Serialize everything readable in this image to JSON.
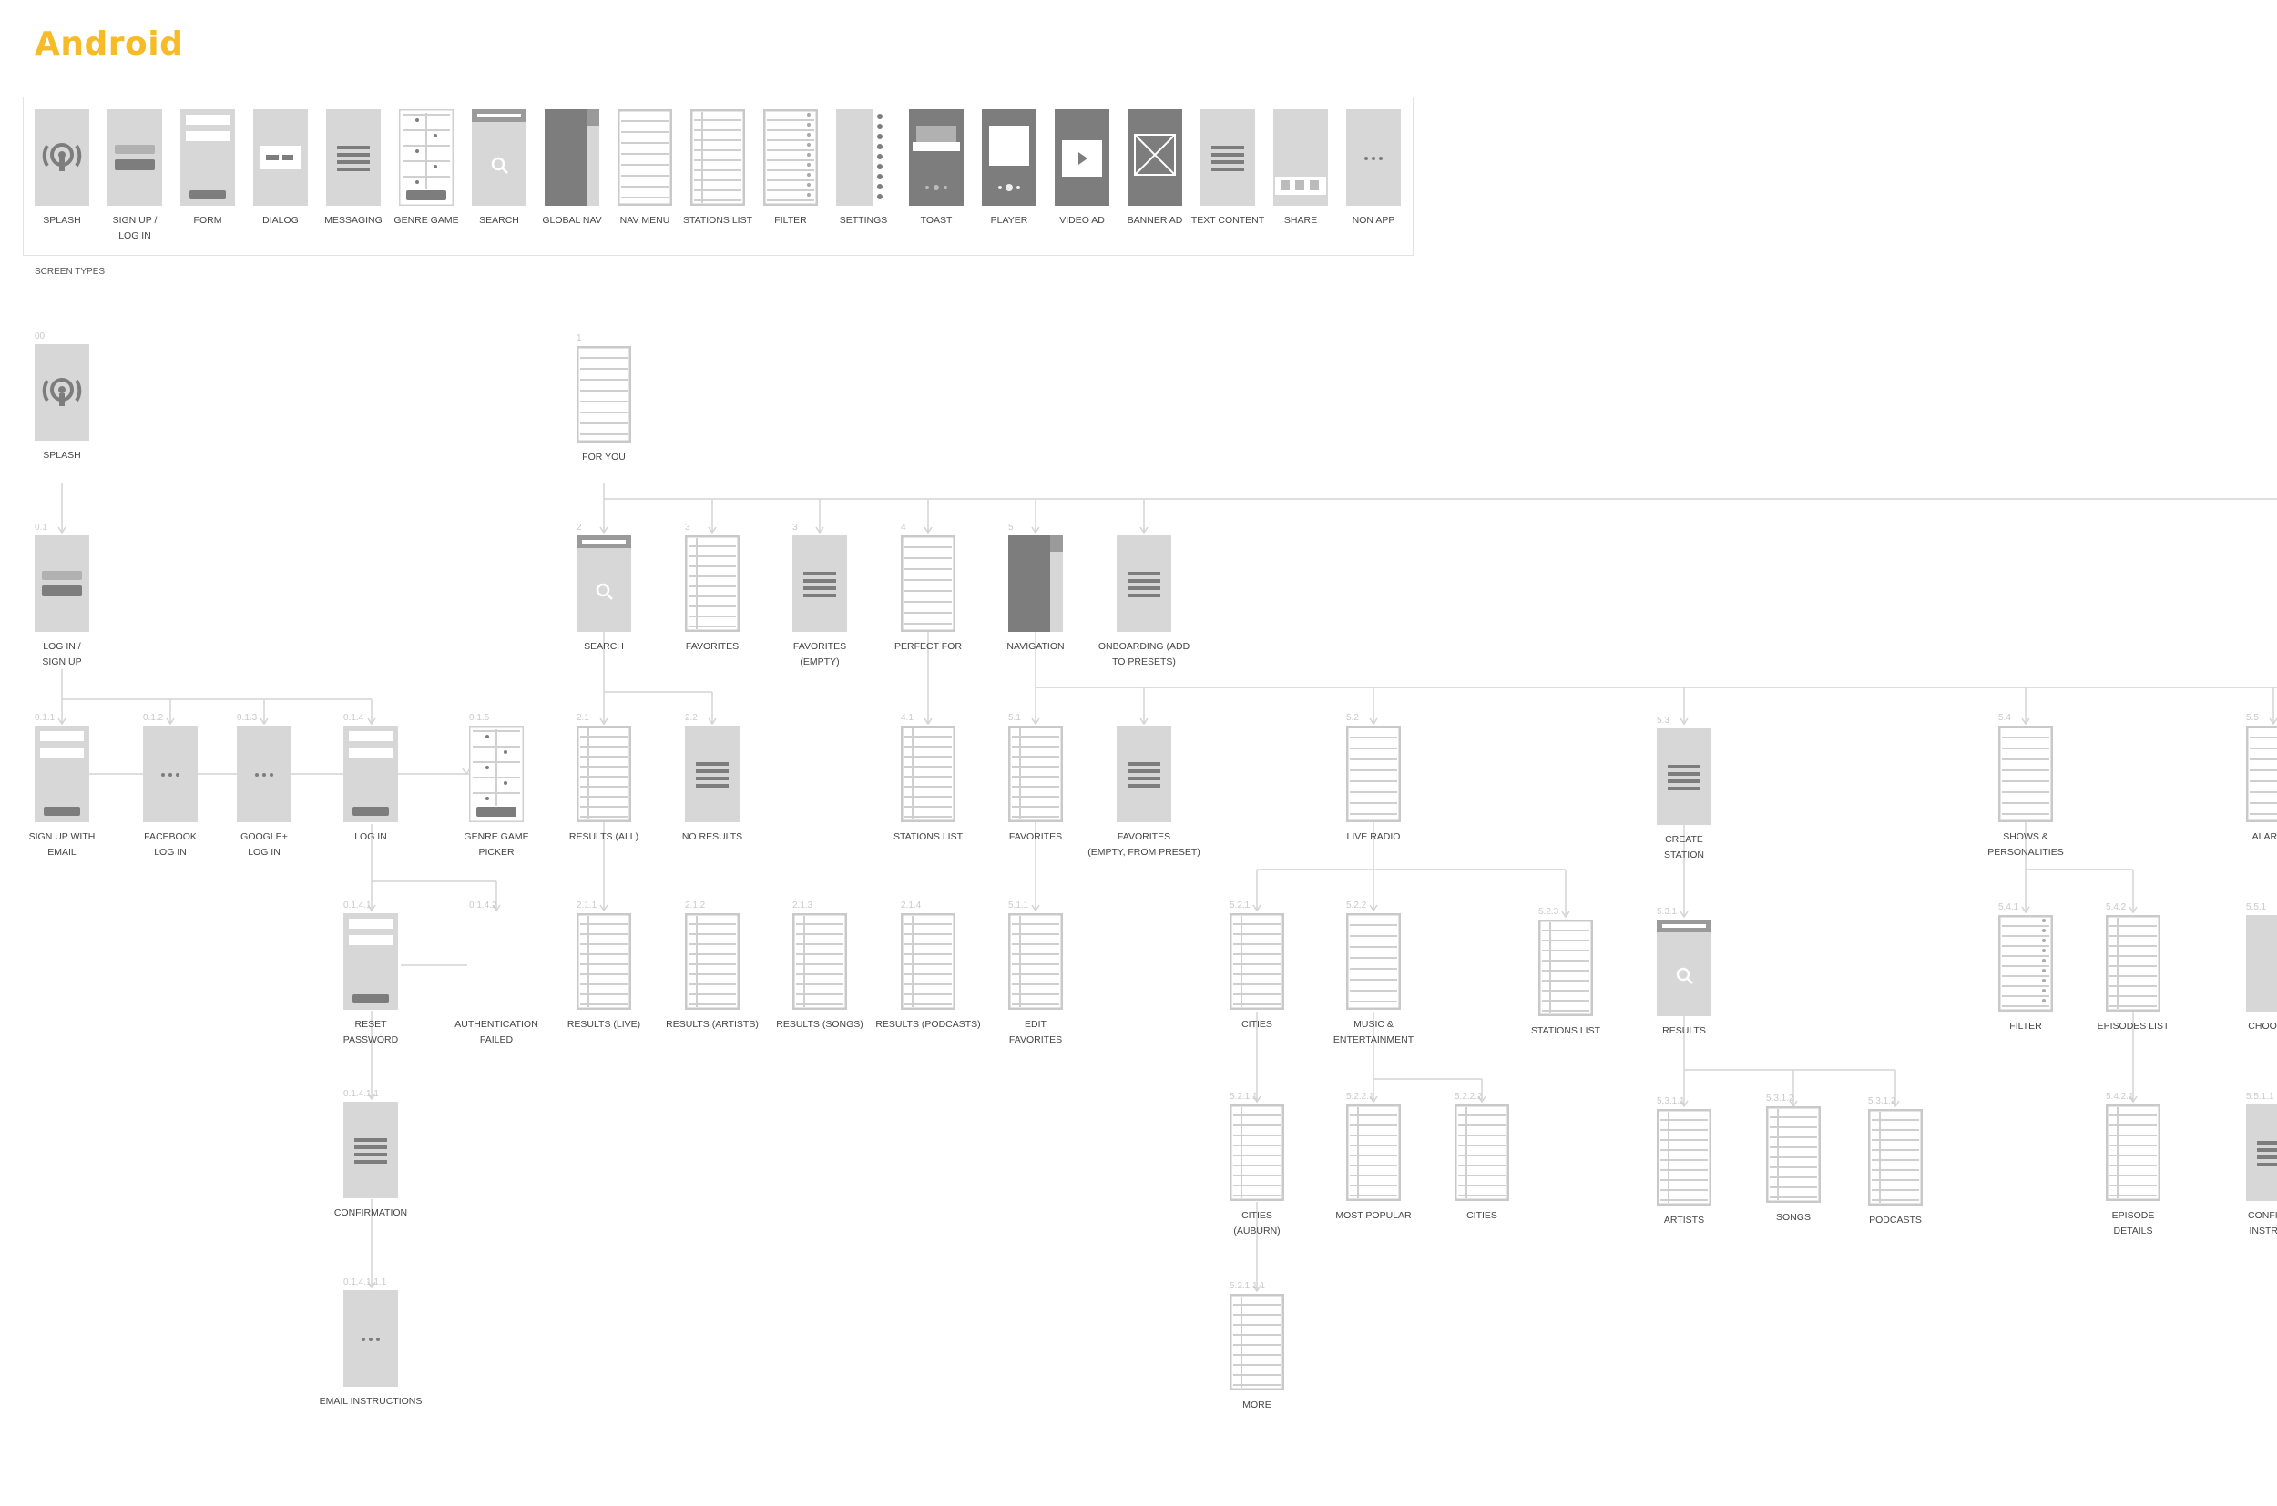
{
  "title": "Android",
  "legend_caption": "SCREEN TYPES",
  "screen_types": [
    {
      "icon": "splash",
      "label": "SPLASH"
    },
    {
      "icon": "signup",
      "label": "SIGN UP /\nLOG IN"
    },
    {
      "icon": "form",
      "label": "FORM"
    },
    {
      "icon": "dialog",
      "label": "DIALOG"
    },
    {
      "icon": "messaging",
      "label": "MESSAGING"
    },
    {
      "icon": "genre",
      "label": "GENRE GAME"
    },
    {
      "icon": "search",
      "label": "SEARCH"
    },
    {
      "icon": "globalnav",
      "label": "GLOBAL NAV"
    },
    {
      "icon": "list",
      "label": "NAV MENU"
    },
    {
      "icon": "stations",
      "label": "STATIONS LIST"
    },
    {
      "icon": "filter",
      "label": "FILTER"
    },
    {
      "icon": "settings",
      "label": "SETTINGS"
    },
    {
      "icon": "toast",
      "label": "TOAST"
    },
    {
      "icon": "player",
      "label": "PLAYER"
    },
    {
      "icon": "video",
      "label": "VIDEO AD"
    },
    {
      "icon": "banner",
      "label": "BANNER AD"
    },
    {
      "icon": "text",
      "label": "TEXT CONTENT"
    },
    {
      "icon": "share",
      "label": "SHARE"
    },
    {
      "icon": "nonapp",
      "label": "NON APP"
    }
  ],
  "nodes": [
    {
      "id": "00",
      "icon": "splash",
      "label": "SPLASH"
    },
    {
      "id": "0.1",
      "icon": "signup",
      "label": "LOG IN /\nSIGN UP"
    },
    {
      "id": "0.1.1",
      "icon": "form",
      "label": "SIGN UP WITH\nEMAIL"
    },
    {
      "id": "0.1.2",
      "icon": "nonapp",
      "label": "FACEBOOK\nLOG IN"
    },
    {
      "id": "0.1.3",
      "icon": "nonapp",
      "label": "GOOGLE+\nLOG IN"
    },
    {
      "id": "0.1.4",
      "icon": "form",
      "label": "LOG IN"
    },
    {
      "id": "0.1.5",
      "icon": "genre",
      "label": "GENRE GAME\nPICKER"
    },
    {
      "id": "0.1.4.1",
      "icon": "form",
      "label": "RESET\nPASSWORD"
    },
    {
      "id": "0.1.4.2",
      "icon": "none",
      "label": "AUTHENTICATION\nFAILED"
    },
    {
      "id": "0.1.4.1.1",
      "icon": "text",
      "label": "CONFIRMATION"
    },
    {
      "id": "0.1.4.1.1.1",
      "icon": "nonapp",
      "label": "EMAIL INSTRUCTIONS"
    },
    {
      "id": "1",
      "icon": "list",
      "label": "FOR YOU"
    },
    {
      "id": "2",
      "icon": "search",
      "label": "SEARCH"
    },
    {
      "id": "3",
      "icon": "stations",
      "label": "FAVORITES"
    },
    {
      "id": "3",
      "icon": "text",
      "label": "FAVORITES\n(EMPTY)"
    },
    {
      "id": "4",
      "icon": "list",
      "label": "PERFECT FOR"
    },
    {
      "id": "5",
      "icon": "globalnav",
      "label": "NAVIGATION"
    },
    {
      "id": "",
      "icon": "text",
      "label": "ONBOARDING (ADD\nTO PRESETS)"
    },
    {
      "id": "2.1",
      "icon": "stations",
      "label": "RESULTS (ALL)"
    },
    {
      "id": "2.2",
      "icon": "text",
      "label": "NO RESULTS"
    },
    {
      "id": "4.1",
      "icon": "stations",
      "label": "STATIONS LIST"
    },
    {
      "id": "5.1",
      "icon": "stations",
      "label": "FAVORITES"
    },
    {
      "id": "",
      "icon": "text",
      "label": "FAVORITES\n(EMPTY, FROM PRESET)"
    },
    {
      "id": "5.2",
      "icon": "list",
      "label": "LIVE RADIO"
    },
    {
      "id": "5.3",
      "icon": "text",
      "label": "CREATE\nSTATION"
    },
    {
      "id": "5.4",
      "icon": "list",
      "label": "SHOWS &\nPERSONALITIES"
    },
    {
      "id": "5.5",
      "icon": "list",
      "label": "ALARM C"
    },
    {
      "id": "2.1.1",
      "icon": "stations",
      "label": "RESULTS (LIVE)"
    },
    {
      "id": "2.1.2",
      "icon": "stations",
      "label": "RESULTS (ARTISTS)"
    },
    {
      "id": "2.1.3",
      "icon": "stations",
      "label": "RESULTS (SONGS)"
    },
    {
      "id": "2.1.4",
      "icon": "stations",
      "label": "RESULTS (PODCASTS)"
    },
    {
      "id": "5.1.1",
      "icon": "stations",
      "label": "EDIT\nFAVORITES"
    },
    {
      "id": "5.2.1",
      "icon": "stations",
      "label": "CITIES"
    },
    {
      "id": "5.2.2",
      "icon": "list",
      "label": "MUSIC &\nENTERTAINMENT"
    },
    {
      "id": "5.2.3",
      "icon": "stations",
      "label": "STATIONS LIST"
    },
    {
      "id": "5.3.1",
      "icon": "search",
      "label": "RESULTS"
    },
    {
      "id": "5.4.1",
      "icon": "filter",
      "label": "FILTER"
    },
    {
      "id": "5.4.2",
      "icon": "stations",
      "label": "EPISODES LIST"
    },
    {
      "id": "5.5.1",
      "icon": "blank",
      "label": "CHOOSE S"
    },
    {
      "id": "5.2.1.1",
      "icon": "stations",
      "label": "CITIES\n(AUBURN)"
    },
    {
      "id": "5.2.2.1",
      "icon": "stations",
      "label": "MOST POPULAR"
    },
    {
      "id": "5.2.2.2",
      "icon": "stations",
      "label": "CITIES"
    },
    {
      "id": "5.3.1.1",
      "icon": "stations",
      "label": "ARTISTS"
    },
    {
      "id": "5.3.1.2",
      "icon": "stations",
      "label": "SONGS"
    },
    {
      "id": "5.3.1.2",
      "icon": "stations",
      "label": "PODCASTS"
    },
    {
      "id": "5.4.2.1",
      "icon": "stations",
      "label": "EPISODE\nDETAILS"
    },
    {
      "id": "5.5.1.1",
      "icon": "text",
      "label": "CONFIRMA\nINSTRUCT"
    },
    {
      "id": "5.2.1.1.1",
      "icon": "stations",
      "label": "MORE"
    }
  ]
}
